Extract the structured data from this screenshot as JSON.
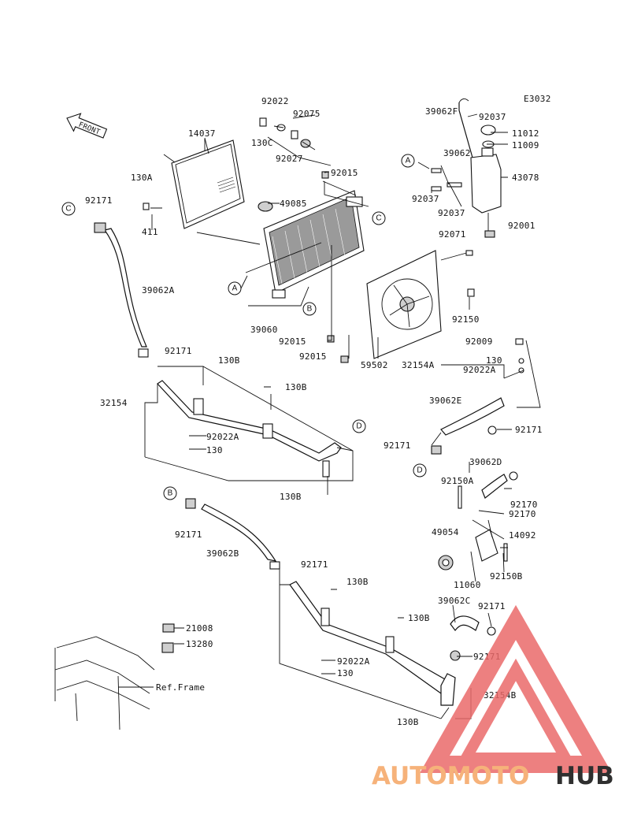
{
  "diagram_code": "E3032",
  "front_label": "FRONT",
  "ref_frame_label": "Ref.Frame",
  "callouts": [
    "A",
    "B",
    "C",
    "D"
  ],
  "parts": {
    "p39062F": "39062F",
    "p92037a": "92037",
    "p11012": "11012",
    "p11009": "11009",
    "p39062": "39062",
    "p43078": "43078",
    "p92037b": "92037",
    "p92037c": "92037",
    "p92001": "92001",
    "p92071": "92071",
    "p92022": "92022",
    "p92075": "92075",
    "p130C": "130C",
    "p92027": "92027",
    "p14037": "14037",
    "p130A": "130A",
    "p411": "411",
    "p92015a": "92015",
    "p49085": "49085",
    "p92171a": "92171",
    "p39062A": "39062A",
    "p39060": "39060",
    "p92015b": "92015",
    "p92015c": "92015",
    "p59502": "59502",
    "p92150": "92150",
    "p92009": "92009",
    "p130a": "130",
    "p32154A": "32154A",
    "p92022Aa": "92022A",
    "p92171b": "92171",
    "p130Ba": "130B",
    "p130Bb": "130B",
    "p32154": "32154",
    "p92022Ab": "92022A",
    "p130b": "130",
    "p130Bc": "130B",
    "p39062E": "39062E",
    "p92171c": "92171",
    "p92171d": "92171",
    "p39062D": "39062D",
    "p92150A": "92150A",
    "p92170a": "92170",
    "p92170b": "92170",
    "p49054": "49054",
    "p14092": "14092",
    "p11060": "11060",
    "p92150B": "92150B",
    "p92171e": "92171",
    "p39062B": "39062B",
    "p92171f": "92171",
    "p130Bd": "130B",
    "p130Be": "130B",
    "p39062C": "39062C",
    "p92171g": "92171",
    "p92171h": "92171",
    "p92022Ac": "92022A",
    "p130c": "130",
    "p32154B": "32154B",
    "p130Bf": "130B",
    "p21008": "21008",
    "p13280": "13280"
  },
  "watermark": {
    "part1": "AUTOMOTO",
    "part2": "HUB",
    "color1": "#f6b27a",
    "color2": "#2f2f2f",
    "triangle_color": "#ea6a6a"
  }
}
